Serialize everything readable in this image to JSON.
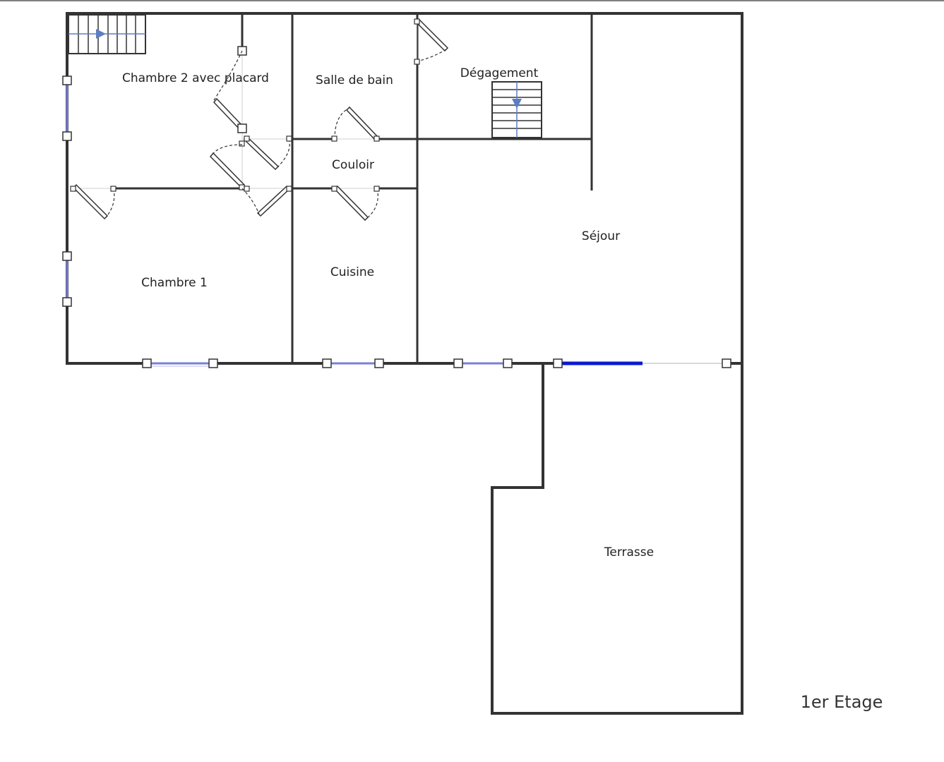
{
  "plan": {
    "floor_label": "1er Etage",
    "rooms": {
      "chambre2": "Chambre 2 avec placard",
      "salle_de_bain": "Salle de bain",
      "degagement": "Dégagement",
      "couloir": "Couloir",
      "chambre1": "Chambre 1",
      "cuisine": "Cuisine",
      "sejour": "Séjour",
      "terrasse": "Terrasse"
    },
    "colors": {
      "wall": "#333333",
      "window": "#7a7fd4",
      "bay_window": "#0a1ad0",
      "stair_arrow": "#5b7fc2"
    }
  }
}
